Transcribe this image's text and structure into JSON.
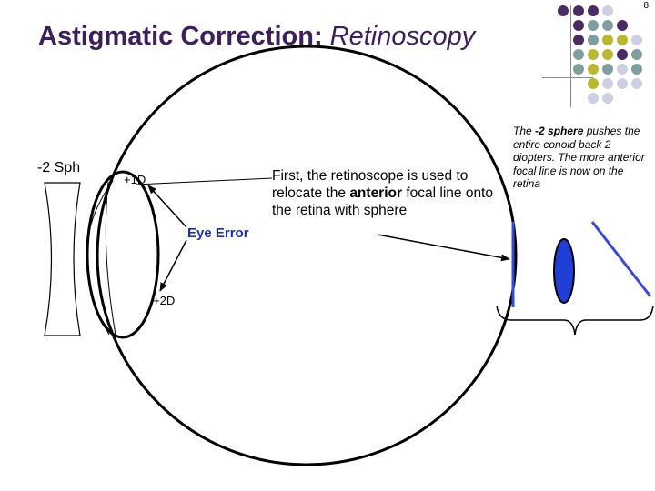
{
  "page_number": "8",
  "title": {
    "main": "Astigmatic Correction:",
    "sub": "Retinoscopy"
  },
  "labels": {
    "lens": "-2 Sph",
    "plus1": "+1D",
    "plus2": "+2D",
    "eye_error": "Eye Error"
  },
  "instruction": {
    "part1": "First, the retinoscope is used to relocate the ",
    "emph": "anterior",
    "part2": " focal line onto the retina with sphere"
  },
  "note": {
    "part1": "The ",
    "emph": "-2 sphere",
    "part2": " pushes the entire conoid back 2 diopters. The more anterior focal line is now on the retina"
  },
  "colors": {
    "title": "#3d1f5c",
    "accent_blue": "#1a2fb5",
    "line_blue": "#3a49d4",
    "dot_purple": "#4a2c64",
    "dot_teal": "#7f9ea0",
    "dot_yellow": "#b9b830",
    "dot_lavender": "#cfcfe2"
  }
}
